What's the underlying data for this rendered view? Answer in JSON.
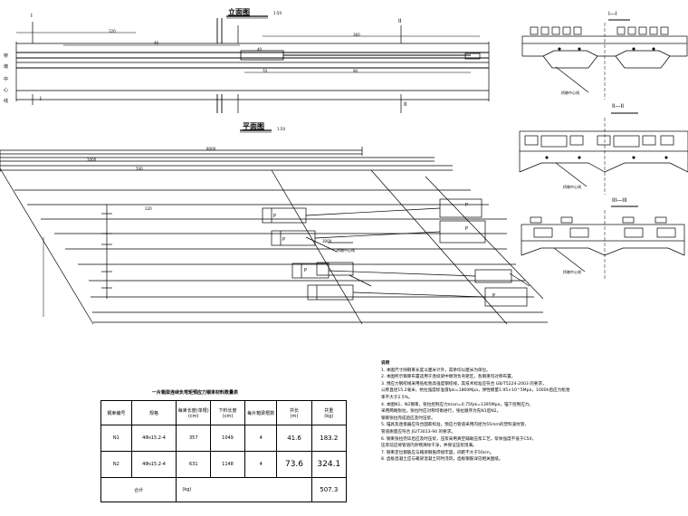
{
  "elevation": {
    "title": "立面图",
    "scale": "1:50",
    "section_marks": [
      "I",
      "II",
      "I",
      "II"
    ],
    "dims": [
      "120",
      "40",
      "360",
      "90",
      "40",
      "70"
    ],
    "side_labels": [
      "桥",
      "墩",
      "中",
      "心",
      "线"
    ]
  },
  "plan": {
    "title": "平面图",
    "scale": "1:50",
    "dims": [
      "1000",
      "8000",
      "500",
      "120"
    ],
    "anchor_labels": [
      "P",
      "P",
      "P",
      "P",
      "P",
      "P"
    ],
    "callouts": [
      "桥墩中心线",
      "3000"
    ]
  },
  "sections": [
    {
      "title": "I—I",
      "label": "桥墩中心线"
    },
    {
      "title": "II—II",
      "label": "桥墩中心线"
    },
    {
      "title": "III—III",
      "label": "桥墩中心线"
    }
  ],
  "table": {
    "title": "一片箱梁连续负弯矩预应力钢束材料数量表",
    "headers": [
      "钢束编号",
      "规格",
      "每束长度(单根)",
      "下料长度",
      "每片箱梁根数",
      "共长",
      "共重"
    ],
    "units": [
      "",
      "",
      "(cm)",
      "(cm)",
      "",
      "(m)",
      "(kg)"
    ],
    "rows": [
      {
        "id": "N1",
        "spec": "4Φs15.2-4",
        "len": "357",
        "cut": "1049",
        "count": "4",
        "total_len": "41.6",
        "weight": "183.2"
      },
      {
        "id": "N2",
        "spec": "4Φs15.2-4",
        "len": "631",
        "cut": "1148",
        "count": "4",
        "total_len": "73.6",
        "weight": "324.1"
      }
    ],
    "total_label": "合计",
    "total_unit": "(kg)",
    "total_value": "507.3"
  },
  "notes": {
    "title": "说明",
    "lines": [
      "1. 本图尺寸除钢束长度以厘米计外，其余均以厘米为单位。",
      "2. 本图所示钢束布置适用于连续梁中墩顶负弯矩区，各钢束均对称布置。",
      "3. 预应力钢绞线采用低松弛高强度钢绞线，其技术标准应符合 GB/T5224-2003 的要求，",
      "   公称直径15.2毫米，抗拉强度标准值fpk=1860Mpa，弹性模量1.95×10^5Mpa，1000h后应力松弛",
      "   率不大于2.5%。",
      "4. 本图N1、N2钢束，张拉控制应力σcon=0.75fpk=1395Mpa，锚下控制应力。",
      "   采用两端张拉，张拉时应对称均衡进行，张拉顺序为先N1后N2。",
      "   钢束张拉完成后应及时压浆。",
      "5. 锚具及连接器应符合国家标准，预应力管道采用内径为55mm的塑料波纹管，",
      "   管道质量应符合 JG/T3013-94 的要求。",
      "6. 钢束张拉完毕后应及时压浆，压浆采用真空辅助压浆工艺，浆体强度不低于C50，",
      "   压浆前应将管道内杂物清除干净，并保证压浆饱满。",
      "7. 钢束定位钢筋应与箱梁钢筋焊接牢固，间距不大于50cm。",
      "8. 齿板混凝土应与箱梁混凝土同时浇筑，齿板钢筋详见相关图纸。"
    ]
  }
}
